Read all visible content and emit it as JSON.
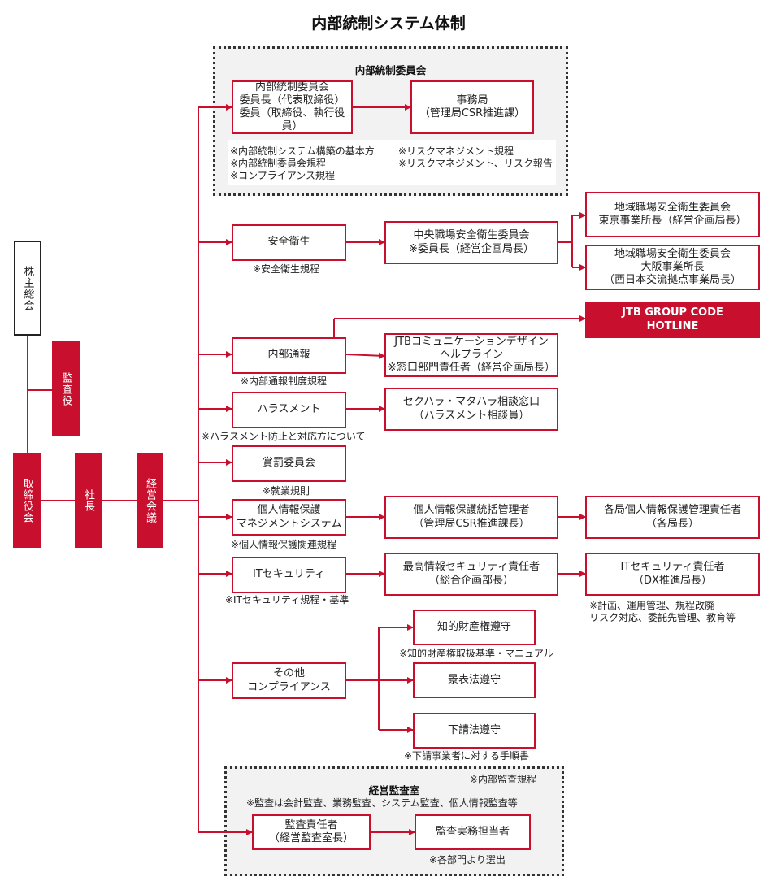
{
  "title": "内部統制システム体制",
  "left_chain": {
    "shareholders": "株主総会",
    "auditor": "監査役",
    "board": "取締役会",
    "president": "社長",
    "management": "経営会議"
  },
  "committee_section": {
    "header": "内部統制委員会",
    "committee_box": "内部統制委員会\n委員長（代表取締役）\n委員（取締役、執行役員）",
    "secretariat_box": "事務局\n（管理局CSR推進課）",
    "notes_left": "※内部統制システム構築の基本方\n※内部統制委員会規程\n※コンプライアンス規程",
    "notes_right": "※リスクマネジメント規程\n※リスクマネジメント、リスク報告"
  },
  "safety": {
    "box": "安全衛生",
    "note": "※安全衛生規程",
    "central": "中央職場安全衛生委員会\n※委員長（経営企画局長）",
    "tokyo": "地域職場安全衛生委員会\n東京事業所長（経営企画局長）",
    "osaka": "地域職場安全衛生委員会\n大阪事業所長\n（西日本交流拠点事業局長）"
  },
  "hotline": "JTB GROUP CODE\nHOTLINE",
  "whistle": {
    "box": "内部通報",
    "note": "※内部通報制度規程",
    "target": "JTBコミュニケーションデザイン\nヘルプライン\n※窓口部門責任者（経営企画局長）"
  },
  "harassment": {
    "box": "ハラスメント",
    "note": "※ハラスメント防止と対応方について",
    "target": "セクハラ・マタハラ相談窓口\n（ハラスメント相談員）"
  },
  "rewards": {
    "box": "賞罰委員会",
    "note": "※就業規則"
  },
  "privacy": {
    "box": "個人情報保護\nマネジメントシステム",
    "note": "※個人情報保護関連規程",
    "mid": "個人情報保護統括管理者\n（管理局CSR推進課長）",
    "right": "各局個人情報保護管理責任者\n（各局長）"
  },
  "itsec": {
    "box": "ITセキュリティ",
    "note": "※ITセキュリティ規程・基準",
    "mid": "最高情報セキュリティ責任者\n（総合企画部長）",
    "right": "ITセキュリティ責任者\n（DX推進局長）",
    "right_note": "※計画、運用管理、規程改廃\nリスク対応、委託先管理、教育等"
  },
  "other": {
    "box": "その他\nコンプライアンス",
    "ip": "知的財産権遵守",
    "ip_note": "※知的財産権取扱基準・マニュアル",
    "label_law": "景表法遵守",
    "subcontract": "下請法遵守",
    "subcontract_note": "※下請事業者に対する手順書"
  },
  "audit": {
    "header": "経営監査室",
    "rule_note": "※内部監査規程",
    "scope_note": "※監査は会計監査、業務監査、システム監査、個人情報監査等",
    "chief": "監査責任者\n（経営監査室長）",
    "staff": "監査実務担当者",
    "staff_note": "※各部門より選出"
  },
  "colors": {
    "accent": "#c8102e",
    "line": "#c8102e",
    "dotted_border": "#333333"
  }
}
